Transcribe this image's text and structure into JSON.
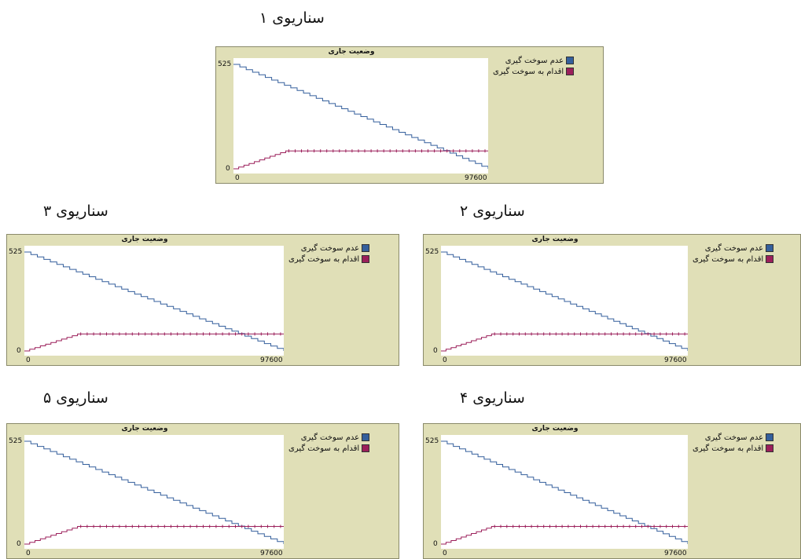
{
  "labels": {
    "s1": "سناریوی ۱",
    "s2": "سناریوی ۲",
    "s3": "سناریوی ۳",
    "s4": "سناریوی ۴",
    "s5": "سناریوی ۵"
  },
  "chart_data": [
    {
      "type": "line",
      "title": "وضعیت جاری",
      "xlim": [
        0,
        97600
      ],
      "ylim": [
        0,
        525
      ],
      "xticks": [
        "0",
        "97600"
      ],
      "yticks": [
        "0",
        "525"
      ],
      "legend": "right",
      "series": [
        {
          "name": "عدم سوخت گیری",
          "color": "#345f9c",
          "x": [
            0,
            97600
          ],
          "y": [
            525,
            0
          ]
        },
        {
          "name": "اقدام به سوخت گیری",
          "color": "#9b1f5a",
          "x": [
            0,
            20000,
            97600
          ],
          "y": [
            0,
            90,
            90
          ]
        }
      ]
    },
    {
      "type": "line",
      "title": "وضعیت جاری",
      "xlim": [
        0,
        97600
      ],
      "ylim": [
        0,
        525
      ],
      "xticks": [
        "0",
        "97600"
      ],
      "yticks": [
        "0",
        "525"
      ],
      "legend": "right",
      "series": [
        {
          "name": "عدم سوخت گیری",
          "color": "#345f9c",
          "x": [
            0,
            97600
          ],
          "y": [
            525,
            0
          ]
        },
        {
          "name": "اقدام به سوخت گیری",
          "color": "#9b1f5a",
          "x": [
            0,
            20000,
            97600
          ],
          "y": [
            0,
            90,
            90
          ]
        }
      ]
    },
    {
      "type": "line",
      "title": "وضعیت جاری",
      "xlim": [
        0,
        97600
      ],
      "ylim": [
        0,
        525
      ],
      "xticks": [
        "0",
        "97600"
      ],
      "yticks": [
        "0",
        "525"
      ],
      "legend": "right",
      "series": [
        {
          "name": "عدم سوخت گیری",
          "color": "#345f9c",
          "x": [
            0,
            97600
          ],
          "y": [
            525,
            0
          ]
        },
        {
          "name": "اقدام به سوخت گیری",
          "color": "#9b1f5a",
          "x": [
            0,
            20000,
            97600
          ],
          "y": [
            0,
            90,
            90
          ]
        }
      ]
    },
    {
      "type": "line",
      "title": "وضعیت جاری",
      "xlim": [
        0,
        97600
      ],
      "ylim": [
        0,
        525
      ],
      "xticks": [
        "0",
        "97600"
      ],
      "yticks": [
        "0",
        "525"
      ],
      "legend": "right",
      "series": [
        {
          "name": "عدم سوخت گیری",
          "color": "#345f9c",
          "x": [
            0,
            97600
          ],
          "y": [
            525,
            0
          ]
        },
        {
          "name": "اقدام به سوخت گیری",
          "color": "#9b1f5a",
          "x": [
            0,
            20000,
            97600
          ],
          "y": [
            0,
            90,
            90
          ]
        }
      ]
    },
    {
      "type": "line",
      "title": "وضعیت جاری",
      "xlim": [
        0,
        97600
      ],
      "ylim": [
        0,
        525
      ],
      "xticks": [
        "0",
        "97600"
      ],
      "yticks": [
        "0",
        "525"
      ],
      "legend": "right",
      "series": [
        {
          "name": "عدم سوخت گیری",
          "color": "#345f9c",
          "x": [
            0,
            97600
          ],
          "y": [
            525,
            0
          ]
        },
        {
          "name": "اقدام به سوخت گیری",
          "color": "#9b1f5a",
          "x": [
            0,
            20000,
            97600
          ],
          "y": [
            0,
            90,
            90
          ]
        }
      ]
    }
  ]
}
